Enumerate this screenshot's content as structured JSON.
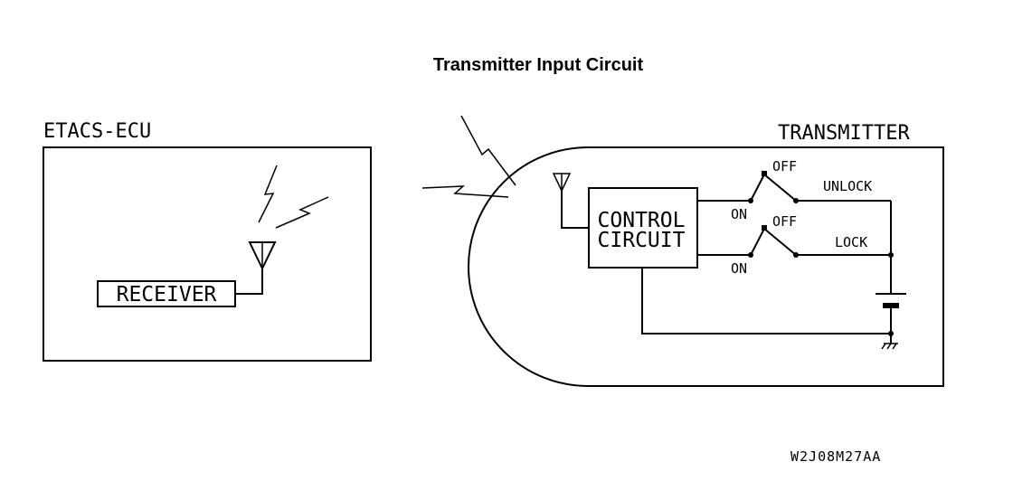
{
  "title": "Transmitter Input Circuit",
  "ecu": {
    "label": "ETACS-ECU",
    "receiver_label": "RECEIVER"
  },
  "transmitter": {
    "label": "TRANSMITTER",
    "control_line1": "CONTROL",
    "control_line2": "CIRCUIT",
    "switch_unlock": {
      "off_label": "OFF",
      "on_label": "ON",
      "output_label": "UNLOCK"
    },
    "switch_lock": {
      "off_label": "OFF",
      "on_label": "ON",
      "output_label": "LOCK"
    }
  },
  "figure_code": "W2J08M27AA"
}
